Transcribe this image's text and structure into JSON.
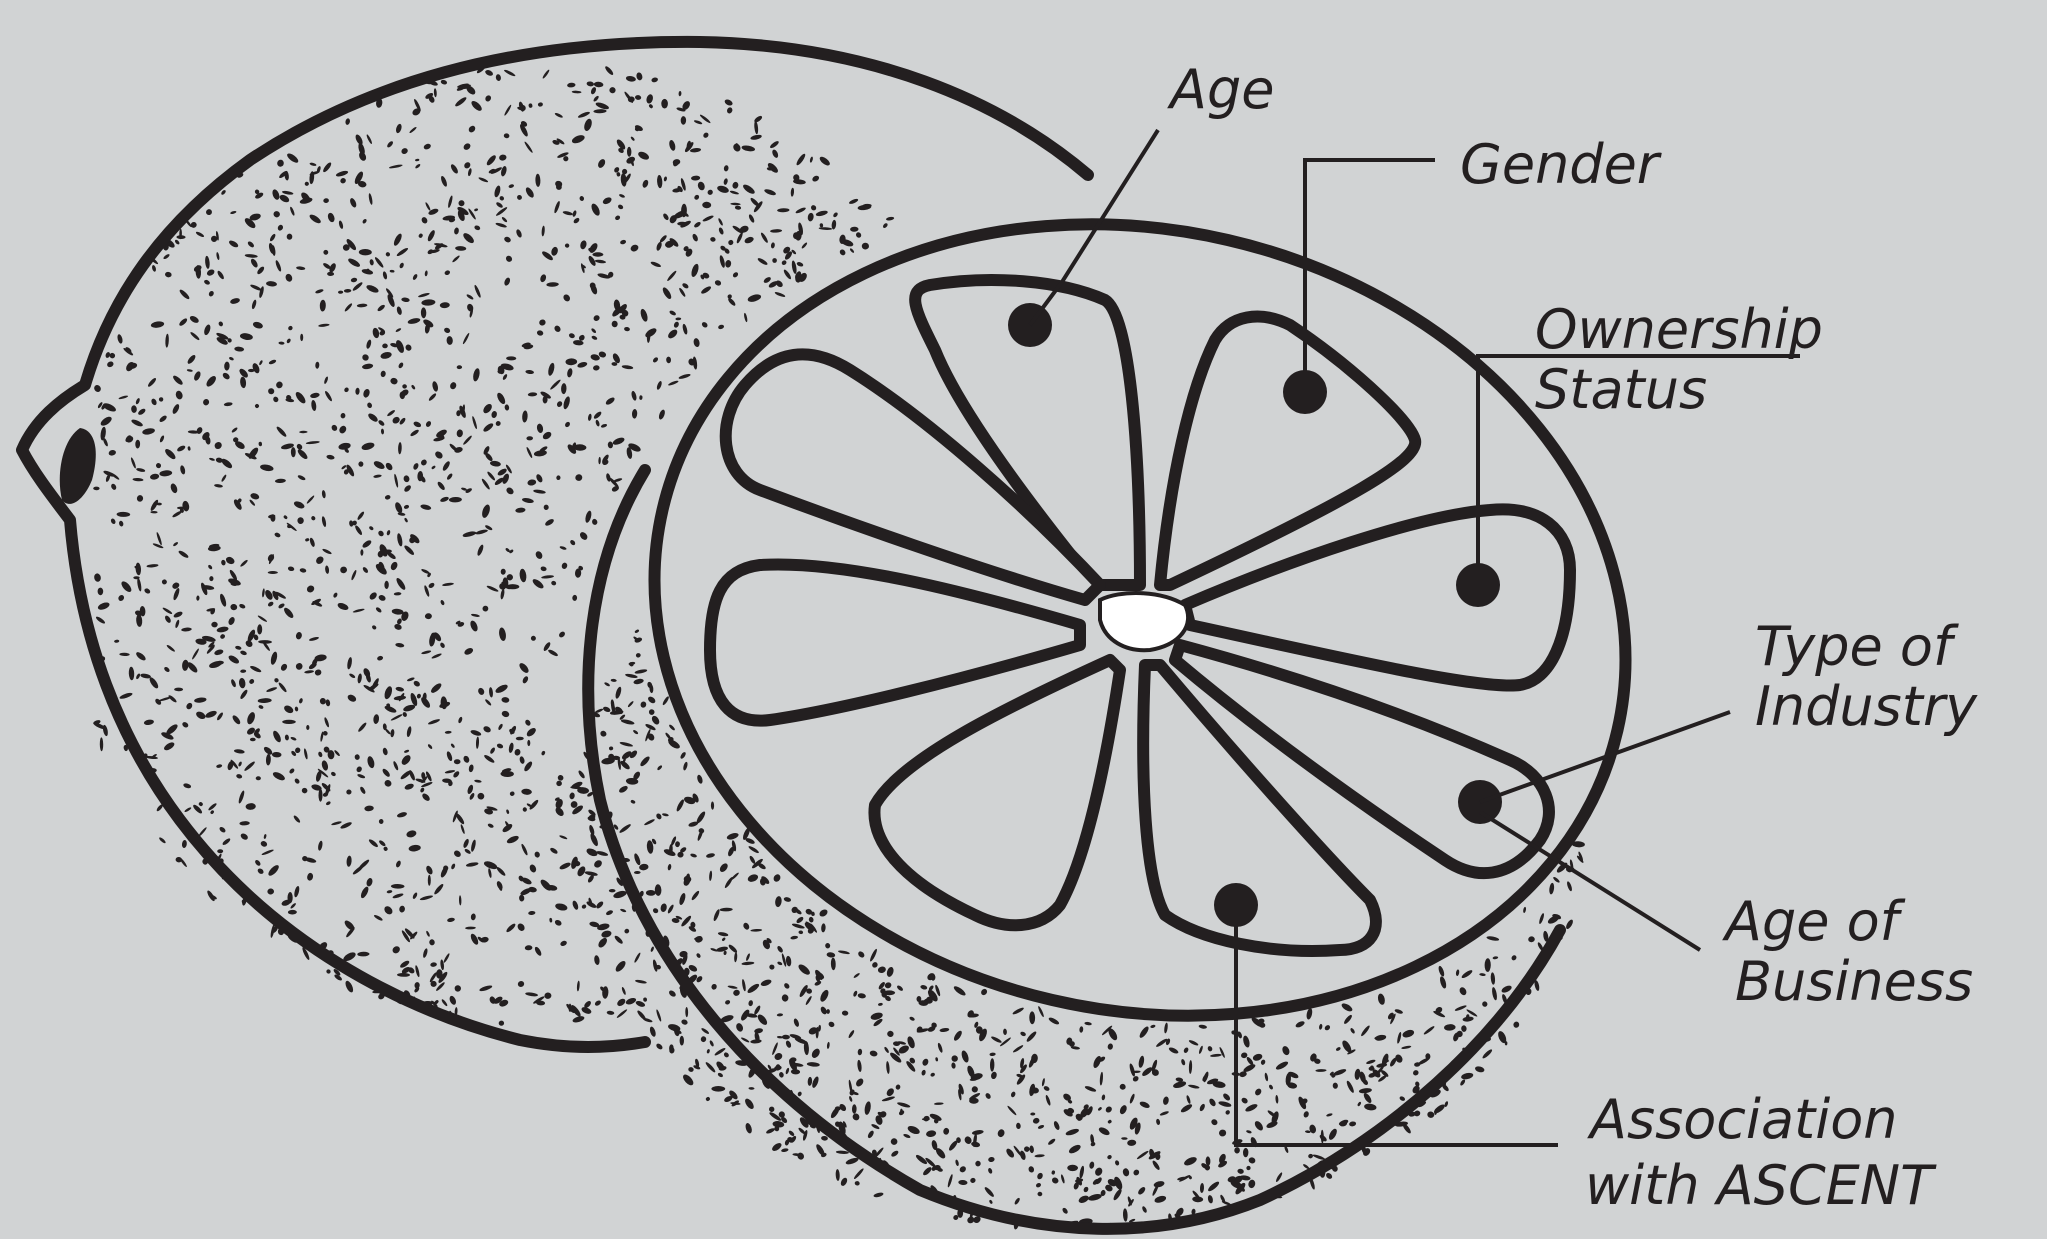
{
  "diagram": {
    "labels": {
      "age": "Age",
      "gender": "Gender",
      "ownership_status": [
        "Ownership",
        "Status"
      ],
      "type_of_industry": [
        "Type of",
        "Industry"
      ],
      "age_of_business": [
        "Age of",
        "Business"
      ],
      "association": [
        "Association",
        "with ASCENT"
      ]
    },
    "colors": {
      "background": "#d1d3d4",
      "ink": "#231f20"
    },
    "illustration": "whole-lemon-and-halved-lemon"
  }
}
